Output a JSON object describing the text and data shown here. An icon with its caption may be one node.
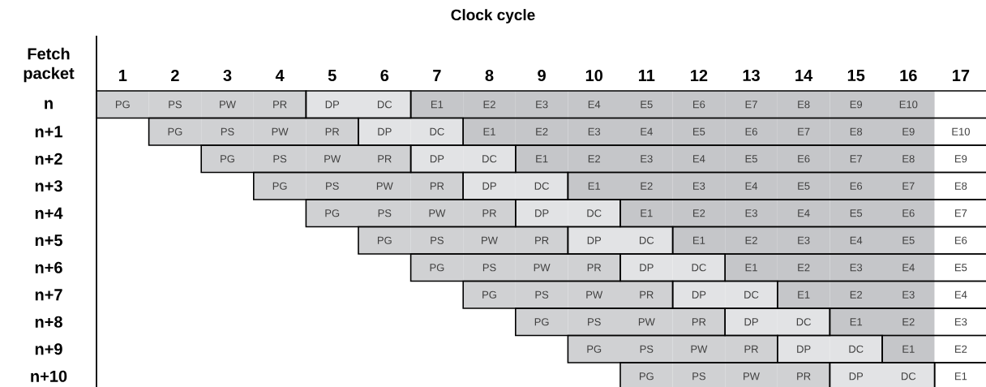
{
  "diagram": {
    "title": "Clock cycle",
    "labels": [
      "Fetch packet",
      "1",
      "2",
      "3",
      "4",
      "5",
      "6",
      "7",
      "8",
      "9",
      "10",
      "11",
      "12",
      "13",
      "14",
      "15",
      "16",
      "17",
      "n",
      "PG",
      "PS",
      "PW",
      "PR",
      "DP",
      "DC",
      "E1",
      "E2",
      "E3",
      "E4",
      "E5",
      "E6",
      "E7",
      "E8",
      "E9",
      "E10",
      "n+1",
      "PG",
      "PS",
      "PW",
      "PR",
      "DP",
      "DC",
      "E1",
      "E2",
      "E3",
      "E4",
      "E5",
      "E6",
      "E7",
      "E8",
      "E9",
      "E10",
      "n+2",
      "PG",
      "PS",
      "PW",
      "PR",
      "DP",
      "DC",
      "E1",
      "E2",
      "E3",
      "E4",
      "E5",
      "E6",
      "E7",
      "E8",
      "E9",
      "n+3",
      "PG",
      "PS",
      "PW",
      "PR",
      "DP",
      "DC",
      "E1",
      "E2",
      "E3",
      "E4",
      "E5",
      "E6",
      "E7",
      "E8",
      "n+4",
      "PG",
      "PS",
      "PW",
      "PR",
      "DP",
      "DC",
      "E1",
      "E2",
      "E3",
      "E4",
      "E5",
      "E6",
      "E7",
      "n+5",
      "PG",
      "PS",
      "PW",
      "PR",
      "DP",
      "DC",
      "E1",
      "E2",
      "E3",
      "E4",
      "E5",
      "E6",
      "n+6",
      "PG",
      "PS",
      "PW",
      "PR",
      "DP",
      "DC",
      "E1",
      "E2",
      "E3",
      "E4",
      "E5",
      "n+7",
      "PG",
      "PS",
      "PW",
      "PR",
      "DP",
      "DC",
      "E1",
      "E2",
      "E3",
      "E4",
      "n+8",
      "PG",
      "PS",
      "PW",
      "PR",
      "DP",
      "DC",
      "E1",
      "E2",
      "E3",
      "n+9",
      "PG",
      "PS",
      "PW",
      "PR",
      "DP",
      "DC",
      "E1",
      "E2",
      "n+10",
      "PG",
      "PS",
      "PW",
      "PR",
      "DP",
      "DC",
      "E1"
    ]
  }
}
